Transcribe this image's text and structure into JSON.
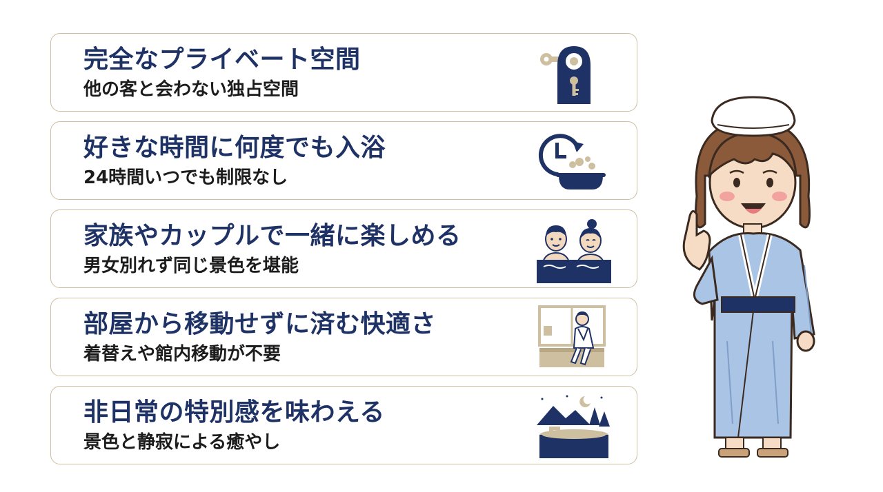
{
  "colors": {
    "navy": "#1f3266",
    "beige": "#cdbf9f",
    "border": "#cdbf9f",
    "text": "#1c1c1c",
    "yukata": "#a9c4e4"
  },
  "cards": [
    {
      "title": "完全なプライベート空間",
      "sub": "他の客と会わない独占空間",
      "icon": "door-key-icon"
    },
    {
      "title": "好きな時間に何度でも入浴",
      "sub": "24時間いつでも制限なし",
      "icon": "clock-bath-icon"
    },
    {
      "title": "家族やカップルで一緒に楽しめる",
      "sub": "男女別れず同じ景色を堪能",
      "icon": "couple-bath-icon"
    },
    {
      "title": "部屋から移動せずに済む快適さ",
      "sub": "着替えや館内移動が不要",
      "icon": "room-bath-icon"
    },
    {
      "title": "非日常の特別感を味わえる",
      "sub": "景色と静寂による癒やし",
      "icon": "night-bath-icon"
    }
  ],
  "mascot": {
    "icon": "yukata-woman-icon"
  }
}
